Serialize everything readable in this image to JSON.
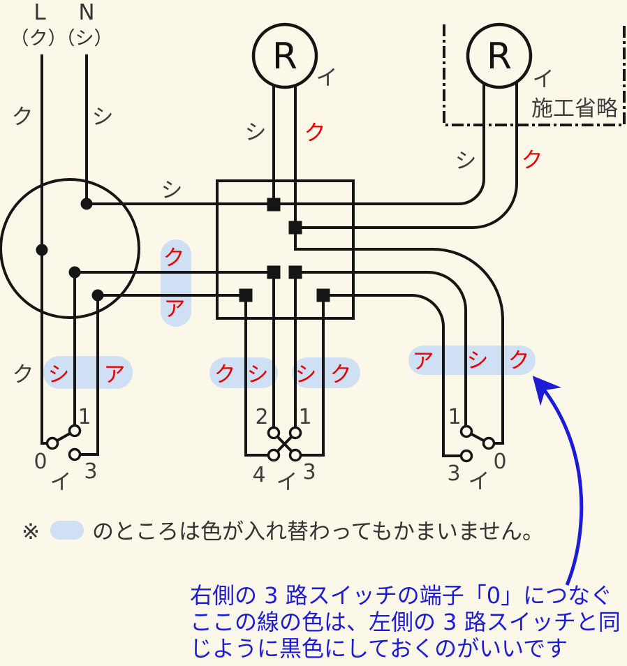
{
  "colors": {
    "background": "#FCF8E9",
    "line": "#151515",
    "label": "#3D3D3D",
    "red": "#E60000",
    "blue": "#1C1CD6",
    "pill": "#D0E0F4"
  },
  "power_source": {
    "l_terminal": "L",
    "l_wire_color": "（ク）",
    "n_terminal": "N",
    "n_wire_color": "（シ）",
    "l_feed_label": "ク",
    "n_feed_label": "シ"
  },
  "lamp_left": {
    "symbol": "R",
    "circuit": "イ",
    "wire_neutral": "シ",
    "wire_switched": "ク"
  },
  "lamp_right": {
    "symbol": "R",
    "circuit": "イ",
    "caption": "施工省略",
    "wire_neutral": "シ",
    "wire_switched": "ク"
  },
  "junction_box": {
    "neutral_label": "シ",
    "pill_top": "ク",
    "pill_bottom": "ア"
  },
  "switch_left": {
    "feed_label": "ク",
    "pill_labels": [
      "シ",
      "ア"
    ],
    "terminal_1": "1",
    "terminal_0": "0",
    "terminal_3": "3",
    "circuit": "イ"
  },
  "switch_middle": {
    "pill_left_labels": [
      "ク",
      "シ"
    ],
    "pill_right_labels": [
      "シ",
      "ク"
    ],
    "terminal_2": "2",
    "terminal_1": "1",
    "terminal_4": "4",
    "terminal_3": "3",
    "circuit": "イ"
  },
  "switch_right": {
    "pill_labels": [
      "ア",
      "シ",
      "ク"
    ],
    "terminal_1": "1",
    "terminal_0": "0",
    "terminal_3": "3",
    "circuit": "イ"
  },
  "note": {
    "marker": "※",
    "text": "のところは色が入れ替わってもかまいません。"
  },
  "callout": {
    "line1": "右側の 3 路スイッチの端子「0」につなぐ",
    "line2": "ここの線の色は、左側の 3 路スイッチと同",
    "line3": "じように黒色にしておくのがいいです"
  }
}
